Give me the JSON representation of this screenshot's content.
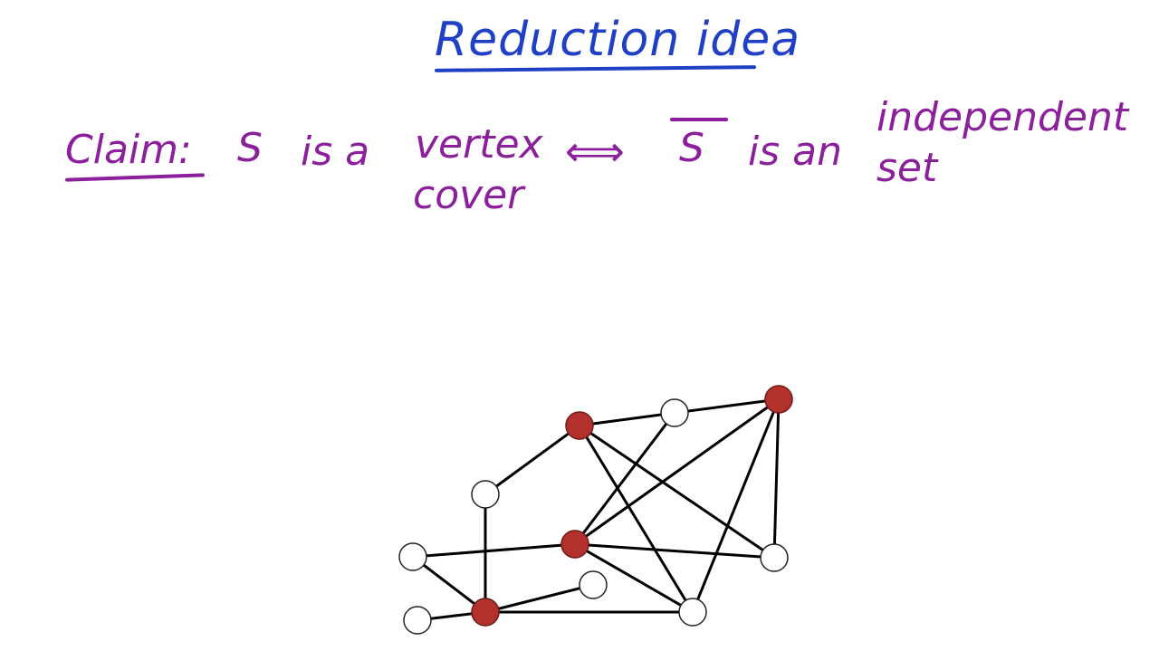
{
  "title": "Reduction idea",
  "claim": {
    "label": "Claim:",
    "left_set": "S",
    "left_text": "is a",
    "left_prop_line1": "vertex",
    "left_prop_line2": "cover",
    "iff_symbol": "⟺",
    "right_set": "S",
    "right_text": "is an",
    "right_prop_line1": "independent",
    "right_prop_line2": "set"
  },
  "colors": {
    "title": "#1f3fc4",
    "claim": "#8b1f9c",
    "cover_node": "#b3312c",
    "other_node": "#ffffff"
  },
  "graph": {
    "nodes": [
      {
        "id": "a",
        "in_cover": true
      },
      {
        "id": "b",
        "in_cover": false
      },
      {
        "id": "c",
        "in_cover": true
      },
      {
        "id": "d",
        "in_cover": false
      },
      {
        "id": "e",
        "in_cover": true
      },
      {
        "id": "f",
        "in_cover": false
      },
      {
        "id": "g",
        "in_cover": false
      },
      {
        "id": "h",
        "in_cover": false
      },
      {
        "id": "i",
        "in_cover": false
      },
      {
        "id": "j",
        "in_cover": true
      },
      {
        "id": "k",
        "in_cover": false
      }
    ],
    "edges": [
      [
        "a",
        "b"
      ],
      [
        "b",
        "c"
      ],
      [
        "a",
        "d"
      ],
      [
        "a",
        "k"
      ],
      [
        "a",
        "g"
      ],
      [
        "b",
        "e"
      ],
      [
        "c",
        "e"
      ],
      [
        "c",
        "g"
      ],
      [
        "c",
        "k"
      ],
      [
        "d",
        "j"
      ],
      [
        "f",
        "e"
      ],
      [
        "e",
        "g"
      ],
      [
        "e",
        "k"
      ],
      [
        "f",
        "j"
      ],
      [
        "j",
        "h"
      ],
      [
        "i",
        "j"
      ],
      [
        "j",
        "k"
      ]
    ]
  }
}
